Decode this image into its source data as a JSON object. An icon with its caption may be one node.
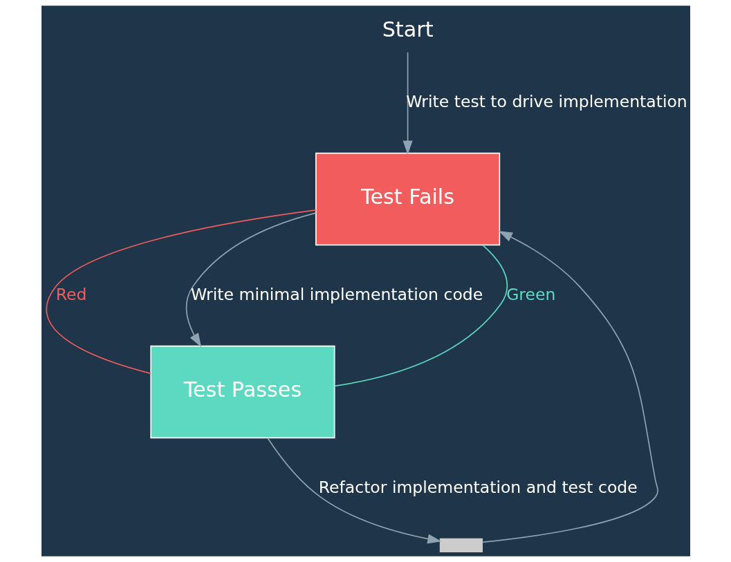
{
  "diagram": {
    "nodes": [
      {
        "text": [
          "Start"
        ]
      },
      {
        "text": [
          "Test Fails"
        ]
      },
      {
        "text": [
          "Test Passes"
        ]
      },
      {
        "text": [],
        "shape": "bar"
      }
    ],
    "edges": [
      {
        "from": 0,
        "to": 1,
        "arrow": "to",
        "label": "Write test to drive implementation"
      },
      {
        "from": 1,
        "to": 2,
        "arrow": "none",
        "label": "Red",
        "color": "#f25c5c"
      },
      {
        "from": 1,
        "to": 2,
        "arrow": "to",
        "label": "Write minimal implementation code"
      },
      {
        "from": 2,
        "to": 1,
        "arrow": "none",
        "label": "Green",
        "color": "#5dd9c1"
      },
      {
        "from": 2,
        "to": 3,
        "arrow": "to",
        "label": "Refactor implementation and test code"
      },
      {
        "from": 3,
        "to": 1,
        "arrow": "to"
      }
    ]
  }
}
